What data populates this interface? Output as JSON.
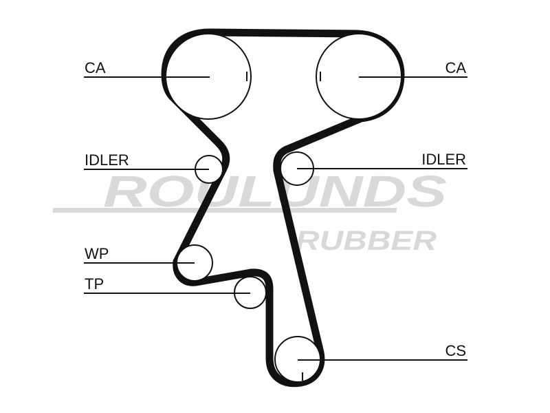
{
  "labels": {
    "ca_left": "CA",
    "ca_right": "CA",
    "idler_left": "IDLER",
    "idler_right": "IDLER",
    "wp": "WP",
    "tp": "TP",
    "cs": "CS"
  },
  "watermark": {
    "brand": "ROULUNDS",
    "sub": "RUBBER",
    "color": "#d9d9d9"
  },
  "colors": {
    "belt": "#111111",
    "line": "#111111",
    "background": "#ffffff"
  }
}
